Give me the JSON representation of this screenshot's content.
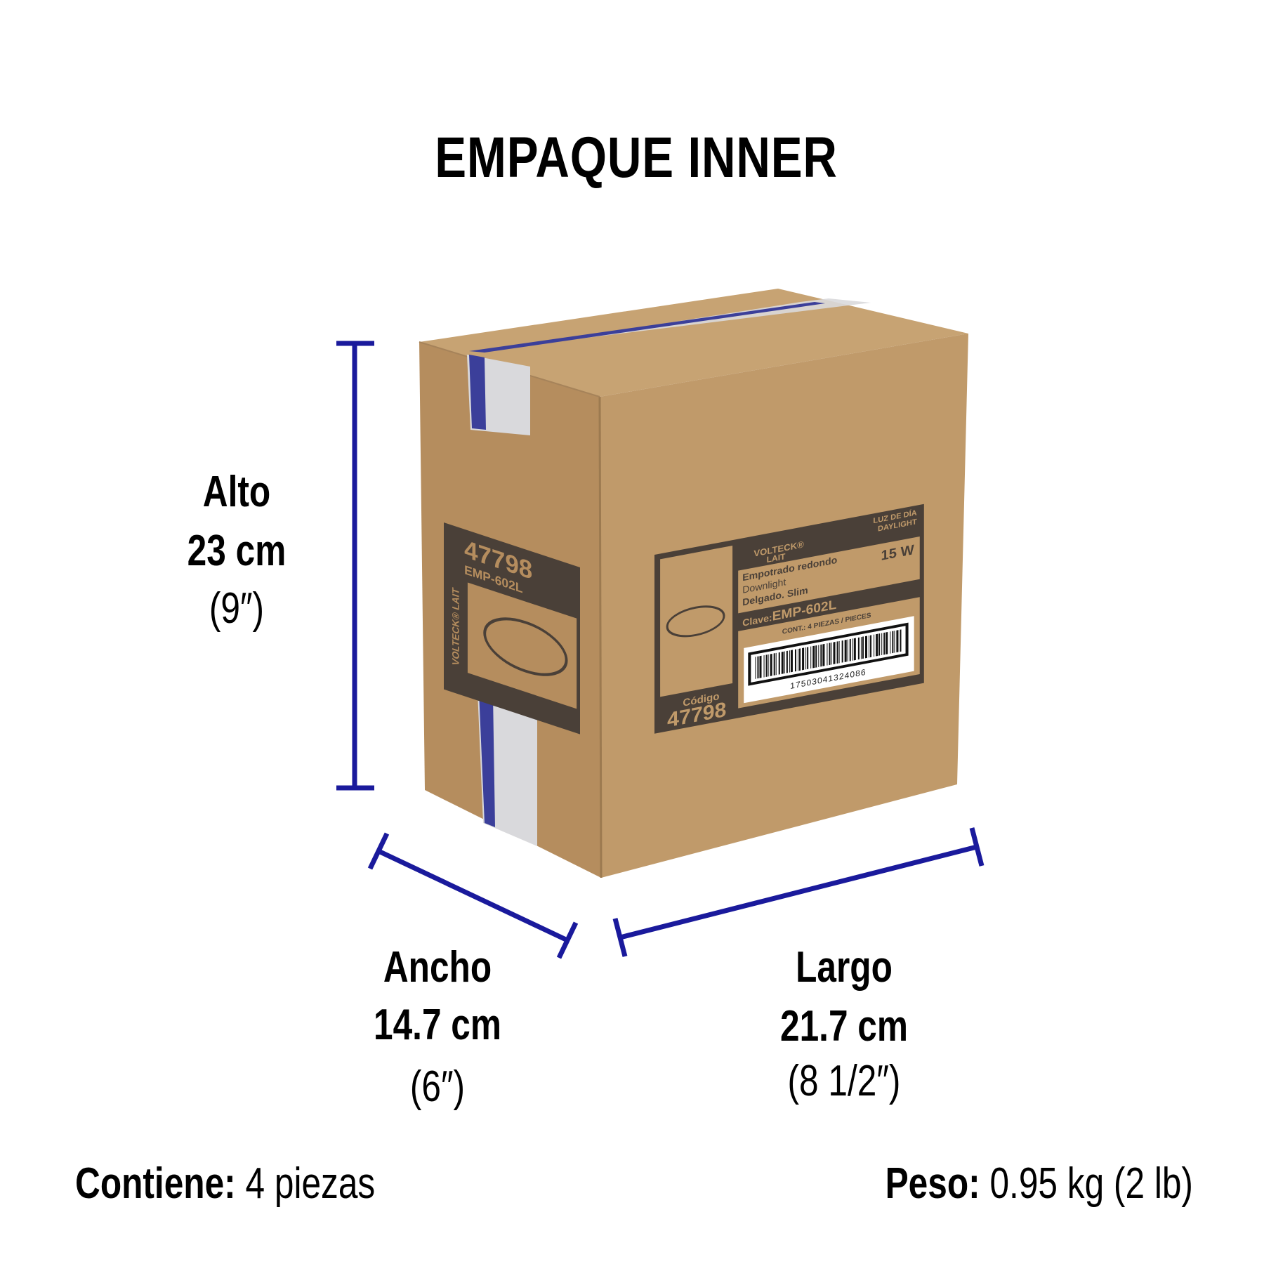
{
  "title": "EMPAQUE INNER",
  "dimensions": {
    "alto": {
      "label": "Alto",
      "metric": "23 cm",
      "imperial": "(9″)"
    },
    "ancho": {
      "label": "Ancho",
      "metric": "14.7 cm",
      "imperial": "(6″)"
    },
    "largo": {
      "label": "Largo",
      "metric": "21.7 cm",
      "imperial": "(8 1/2″)"
    }
  },
  "footer": {
    "contents_label": "Contiene:",
    "contents_value": "4 piezas",
    "weight_label": "Peso:",
    "weight_value": "0.95 kg (2 lb)"
  },
  "box_label": {
    "brand": "VOLTECK®",
    "brand_sub": "LAIT",
    "light_type_es": "LUZ DE DÍA",
    "light_type_en": "DAYLIGHT",
    "product_es": "Empotrado redondo",
    "product_en": "Downlight",
    "product_desc": "Delgado. Slim",
    "wattage": "15 W",
    "clave_label": "Clave:",
    "clave": "EMP-602L",
    "contents": "CONT.: 4 PIEZAS / PIECES",
    "barcode_number": "17503041324086",
    "codigo_label": "Código",
    "codigo": "47798"
  },
  "side_label": {
    "codigo": "47798",
    "model": "EMP-602L",
    "brand": "VOLTECK® LAIT"
  },
  "colors": {
    "dimension_line": "#1a1a9c",
    "cardboard": "#c19a6b",
    "print": "#4a4038"
  }
}
